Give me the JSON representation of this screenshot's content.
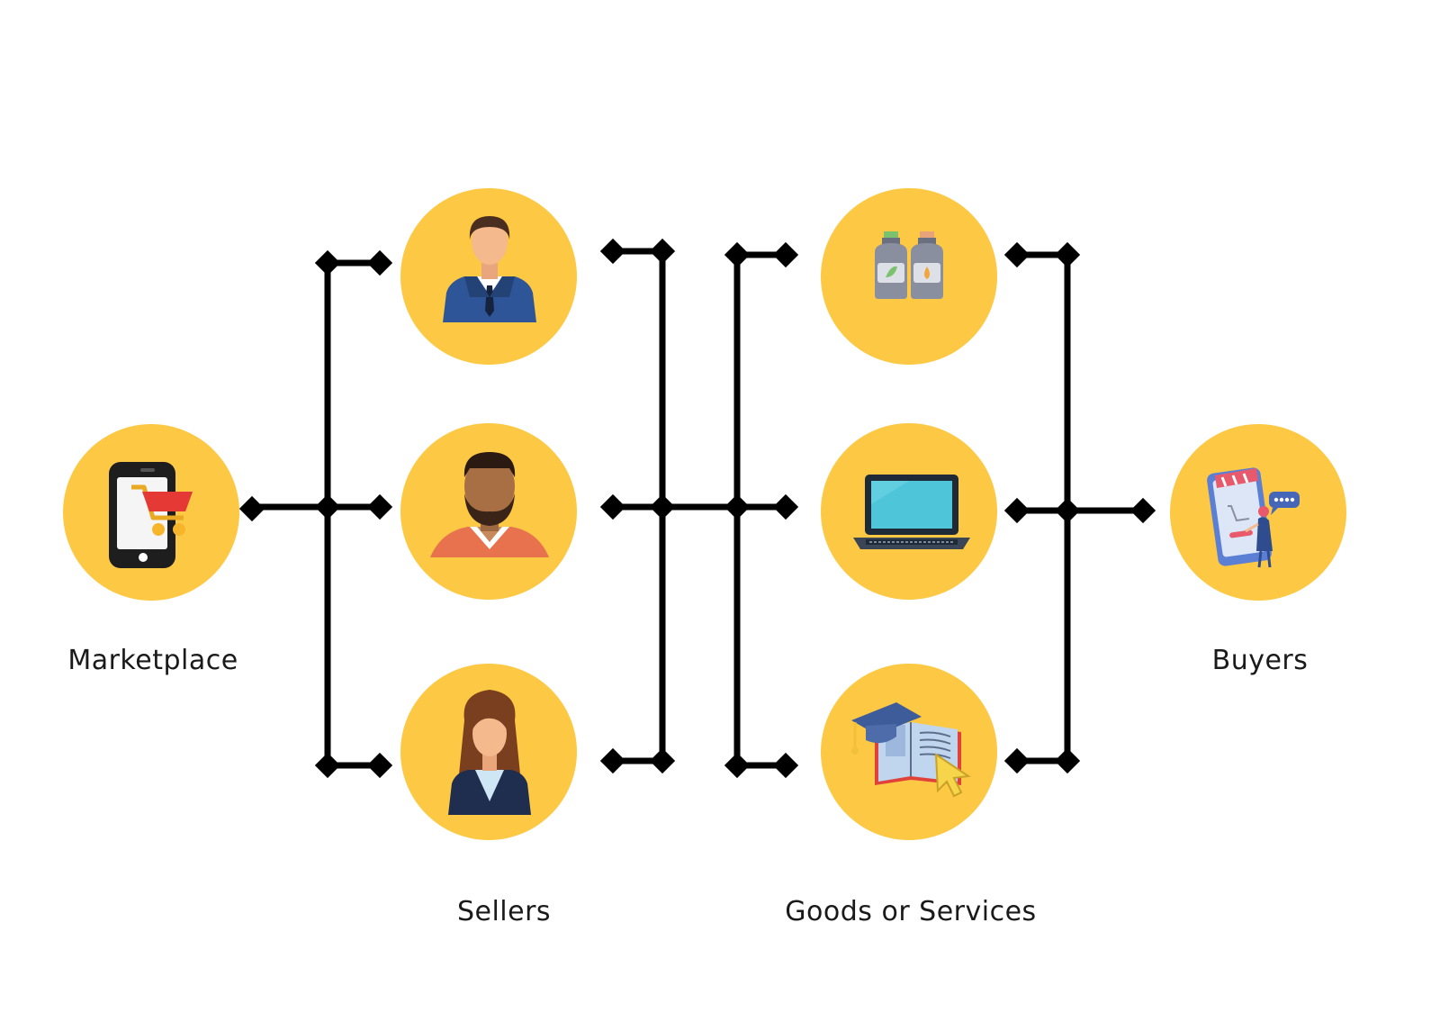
{
  "labels": {
    "marketplace": "Marketplace",
    "sellers": "Sellers",
    "goods": "Goods or Services",
    "buyers": "Buyers"
  },
  "colors": {
    "circle": "#FDC843",
    "connector": "#000000",
    "text": "#1a1a1a"
  },
  "icons": {
    "marketplace": "phone-cart-icon",
    "seller_1": "businessman-icon",
    "seller_2": "bearded-man-icon",
    "seller_3": "businesswoman-icon",
    "goods_1": "bottles-icon",
    "goods_2": "laptop-icon",
    "goods_3": "online-education-icon",
    "buyers": "mobile-shopper-icon"
  }
}
